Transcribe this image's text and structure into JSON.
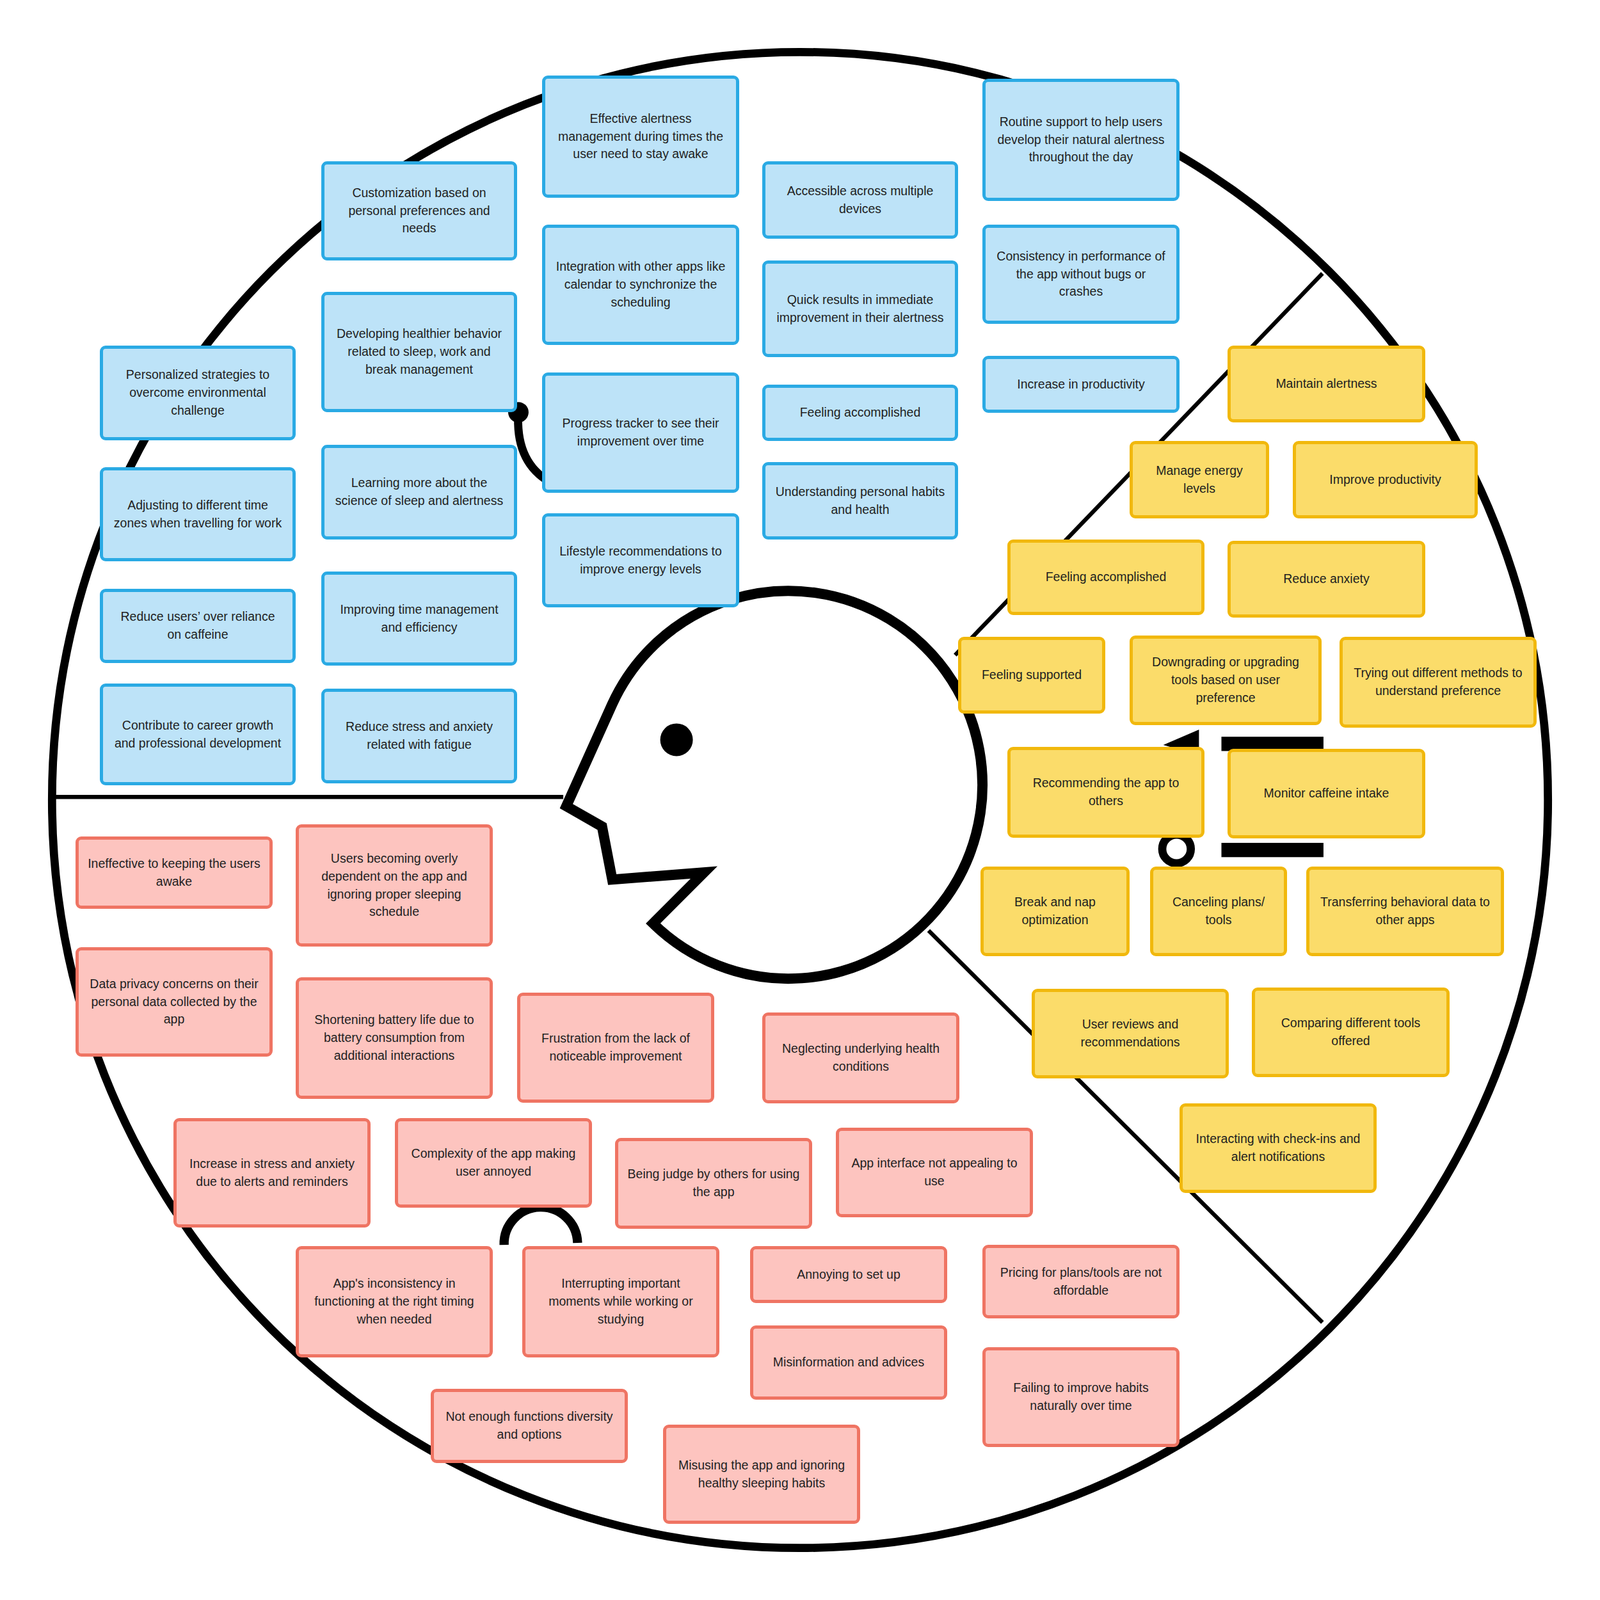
{
  "diagram": {
    "nodes": [
      {
        "text": [
          "Personalized strategies to overcome environmental challenge"
        ]
      },
      {
        "text": [
          "Adjusting to different time zones when travelling for work"
        ]
      },
      {
        "text": [
          "Reduce users’ over reliance on caffeine"
        ]
      },
      {
        "text": [
          "Contribute to career growth and professional development"
        ]
      },
      {
        "text": [
          "Customization based on personal preferences and needs"
        ]
      },
      {
        "text": [
          "Developing healthier behavior related to sleep, work and break management"
        ]
      },
      {
        "text": [
          "Learning more about the science of sleep and alertness"
        ]
      },
      {
        "text": [
          "Improving time management and efficiency"
        ]
      },
      {
        "text": [
          "Reduce stress and anxiety related with fatigue"
        ]
      },
      {
        "text": [
          "Effective alertness management during times the user need to stay awake"
        ]
      },
      {
        "text": [
          "Integration with other apps like calendar to synchronize the scheduling"
        ]
      },
      {
        "text": [
          "Progress tracker to see their improvement over time"
        ]
      },
      {
        "text": [
          "Lifestyle recommendations to improve energy levels"
        ]
      },
      {
        "text": [
          "Accessible across multiple devices"
        ]
      },
      {
        "text": [
          "Quick results in immediate improvement in their alertness"
        ]
      },
      {
        "text": [
          "Feeling accomplished"
        ]
      },
      {
        "text": [
          "Understanding personal habits and health"
        ]
      },
      {
        "text": [
          "Routine support to help users develop their natural alertness throughout the day"
        ]
      },
      {
        "text": [
          "Consistency in performance of the app without bugs or crashes"
        ]
      },
      {
        "text": [
          "Increase in productivity"
        ]
      },
      {
        "text": [
          "Maintain alertness"
        ]
      },
      {
        "text": [
          "Manage energy levels"
        ]
      },
      {
        "text": [
          "Improve productivity"
        ]
      },
      {
        "text": [
          "Feeling accomplished"
        ]
      },
      {
        "text": [
          "Reduce anxiety"
        ]
      },
      {
        "text": [
          "Feeling supported"
        ]
      },
      {
        "text": [
          "Downgrading or upgrading tools based on user preference"
        ]
      },
      {
        "text": [
          "Trying out different methods to understand preference"
        ]
      },
      {
        "text": [
          "Recommending the app to others"
        ]
      },
      {
        "text": [
          "Monitor caffeine intake"
        ]
      },
      {
        "text": [
          "Break and nap optimization"
        ]
      },
      {
        "text": [
          "Canceling plans/ tools"
        ]
      },
      {
        "text": [
          "Transferring behavioral data to other apps"
        ]
      },
      {
        "text": [
          "User reviews and recommendations"
        ]
      },
      {
        "text": [
          "Comparing different tools offered"
        ]
      },
      {
        "text": [
          "Interacting with check-ins and alert notifications"
        ]
      },
      {
        "text": [
          "Ineffective to keeping the users awake"
        ]
      },
      {
        "text": [
          "Users becoming overly dependent on the app and ignoring proper sleeping schedule"
        ]
      },
      {
        "text": [
          "Data privacy concerns on their personal data collected by the app"
        ]
      },
      {
        "text": [
          "Shortening battery life due to battery consumption from additional interactions"
        ]
      },
      {
        "text": [
          "Frustration from the lack of noticeable improvement"
        ]
      },
      {
        "text": [
          "Neglecting underlying health conditions"
        ]
      },
      {
        "text": [
          "Increase in stress and anxiety due to alerts and reminders"
        ]
      },
      {
        "text": [
          "Complexity of the app making user annoyed"
        ]
      },
      {
        "text": [
          "Being judge by others for using the app"
        ]
      },
      {
        "text": [
          "App interface not appealing to use"
        ]
      },
      {
        "text": [
          "App's inconsistency in functioning at the right timing when needed"
        ]
      },
      {
        "text": [
          "Interrupting important moments while working or studying"
        ]
      },
      {
        "text": [
          "Annoying to set up"
        ]
      },
      {
        "text": [
          "Pricing for plans/tools are not affordable"
        ]
      },
      {
        "text": [
          "Misinformation and advices"
        ]
      },
      {
        "text": [
          "Failing to improve habits naturally over time"
        ]
      },
      {
        "text": [
          "Not enough functions diversity and options"
        ]
      },
      {
        "text": [
          "Misusing the app and ignoring healthy sleeping habits"
        ]
      }
    ]
  }
}
